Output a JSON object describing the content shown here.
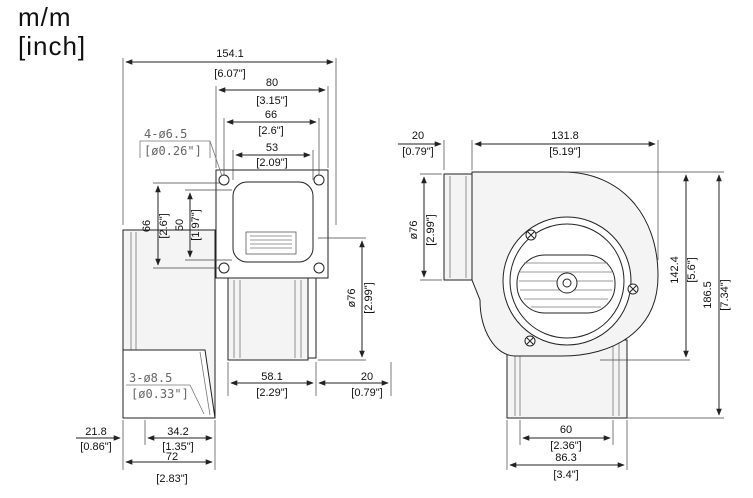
{
  "units": {
    "line1": "m/m",
    "line2": "[inch]"
  },
  "left_view": {
    "overall_width": {
      "mm": "154.1",
      "inch": "[6.07\"]"
    },
    "flange_width": {
      "mm": "80",
      "inch": "[3.15\"]"
    },
    "hole_spacing": {
      "mm": "66",
      "inch": "[2.6\"]"
    },
    "opening": {
      "mm": "53",
      "inch": "[2.09\"]"
    },
    "mount_holes": {
      "qty": "4-ø6.5",
      "inch": "[ø0.26\"]"
    },
    "vert_66": {
      "mm": "66",
      "inch": "[2.6\"]"
    },
    "vert_50": {
      "mm": "50",
      "inch": "[1.97\"]"
    },
    "outlet_dia": {
      "mm": "ø76",
      "inch": "[2.99\"]"
    },
    "base_holes": {
      "qty": "3-ø8.5",
      "inch": "[ø0.33\"]"
    },
    "dim_58_1": {
      "mm": "58.1",
      "inch": "[2.29\"]"
    },
    "dim_20": {
      "mm": "20",
      "inch": "[0.79\"]"
    },
    "dim_21_8": {
      "mm": "21.8",
      "inch": "[0.86\"]"
    },
    "dim_34_2": {
      "mm": "34.2",
      "inch": "[1.35\"]"
    },
    "dim_72": {
      "mm": "72",
      "inch": "[2.83\"]"
    }
  },
  "right_view": {
    "dim_20": {
      "mm": "20",
      "inch": "[0.79\"]"
    },
    "dim_131_8": {
      "mm": "131.8",
      "inch": "[5.19\"]"
    },
    "inlet_dia": {
      "mm": "ø76",
      "inch": "[2.99\"]"
    },
    "dim_142_4": {
      "mm": "142.4",
      "inch": "[5.6\"]"
    },
    "dim_186_5": {
      "mm": "186.5",
      "inch": "[7.34\"]"
    },
    "dim_60": {
      "mm": "60",
      "inch": "[2.36\"]"
    },
    "dim_86_3": {
      "mm": "86.3",
      "inch": "[3.4\"]"
    }
  }
}
